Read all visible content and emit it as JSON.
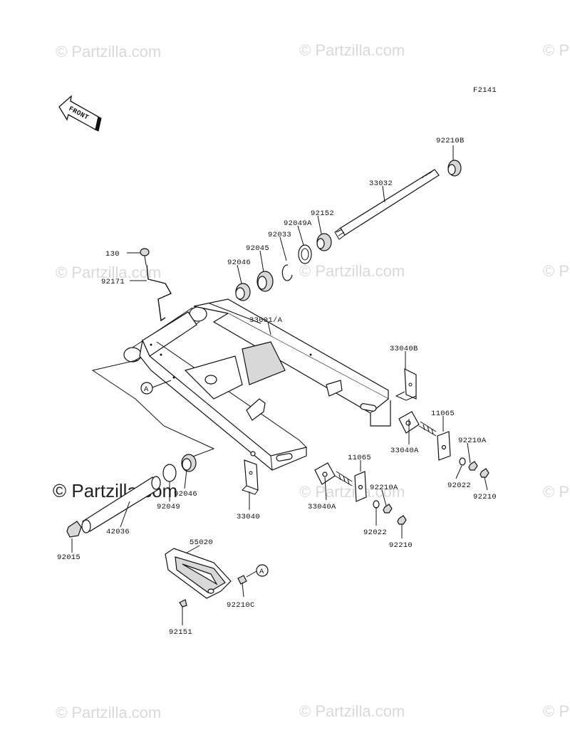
{
  "diagram": {
    "figure_code": "F2141",
    "front_label": "FRONT",
    "ref_marker": "A",
    "watermark": "© Partzilla.com",
    "watermark_main": "© Partzilla.com",
    "callouts": {
      "c130": "130",
      "c92171": "92171",
      "c92046a": "92046",
      "c92045": "92045",
      "c92033": "92033",
      "c92049A": "92049A",
      "c92152": "92152",
      "c33032": "33032",
      "c92210B": "92210B",
      "c33001A": "33001/A",
      "c33040B": "33040B",
      "c11065a": "11065",
      "c92210A_a": "92210A",
      "c33040A_a": "33040A",
      "c92022a": "92022",
      "c92210a": "92210",
      "c11065b": "11065",
      "c92210A_b": "92210A",
      "c33040A_b": "33040A",
      "c92022b": "92022",
      "c92210b": "92210",
      "c33040": "33040",
      "c92046b": "92046",
      "c92049": "92049",
      "c42036": "42036",
      "c92015": "92015",
      "c55020": "55020",
      "c92210C": "92210C",
      "c92151": "92151"
    }
  }
}
